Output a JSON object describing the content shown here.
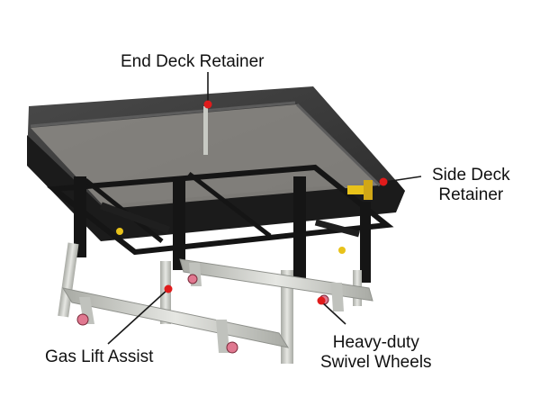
{
  "callouts": {
    "end_deck_retainer": {
      "lines": [
        "End Deck Retainer"
      ]
    },
    "side_deck_retainer": {
      "lines": [
        "Side Deck",
        "Retainer"
      ]
    },
    "gas_lift_assist": {
      "lines": [
        "Gas Lift Assist"
      ]
    },
    "swivel_wheels": {
      "lines": [
        "Heavy-duty",
        "Swivel Wheels"
      ]
    }
  },
  "colors": {
    "background": "#ffffff",
    "deck_top": "#3a3a3a",
    "deck_edge": "#1c1c1c",
    "frame": "#151515",
    "aluminum": "#c9cbc6",
    "marker": "#e01b1b",
    "leader": "#1a1a1a",
    "caster_wheel": "#e07890",
    "yellow_fitting": "#e8c21a"
  }
}
